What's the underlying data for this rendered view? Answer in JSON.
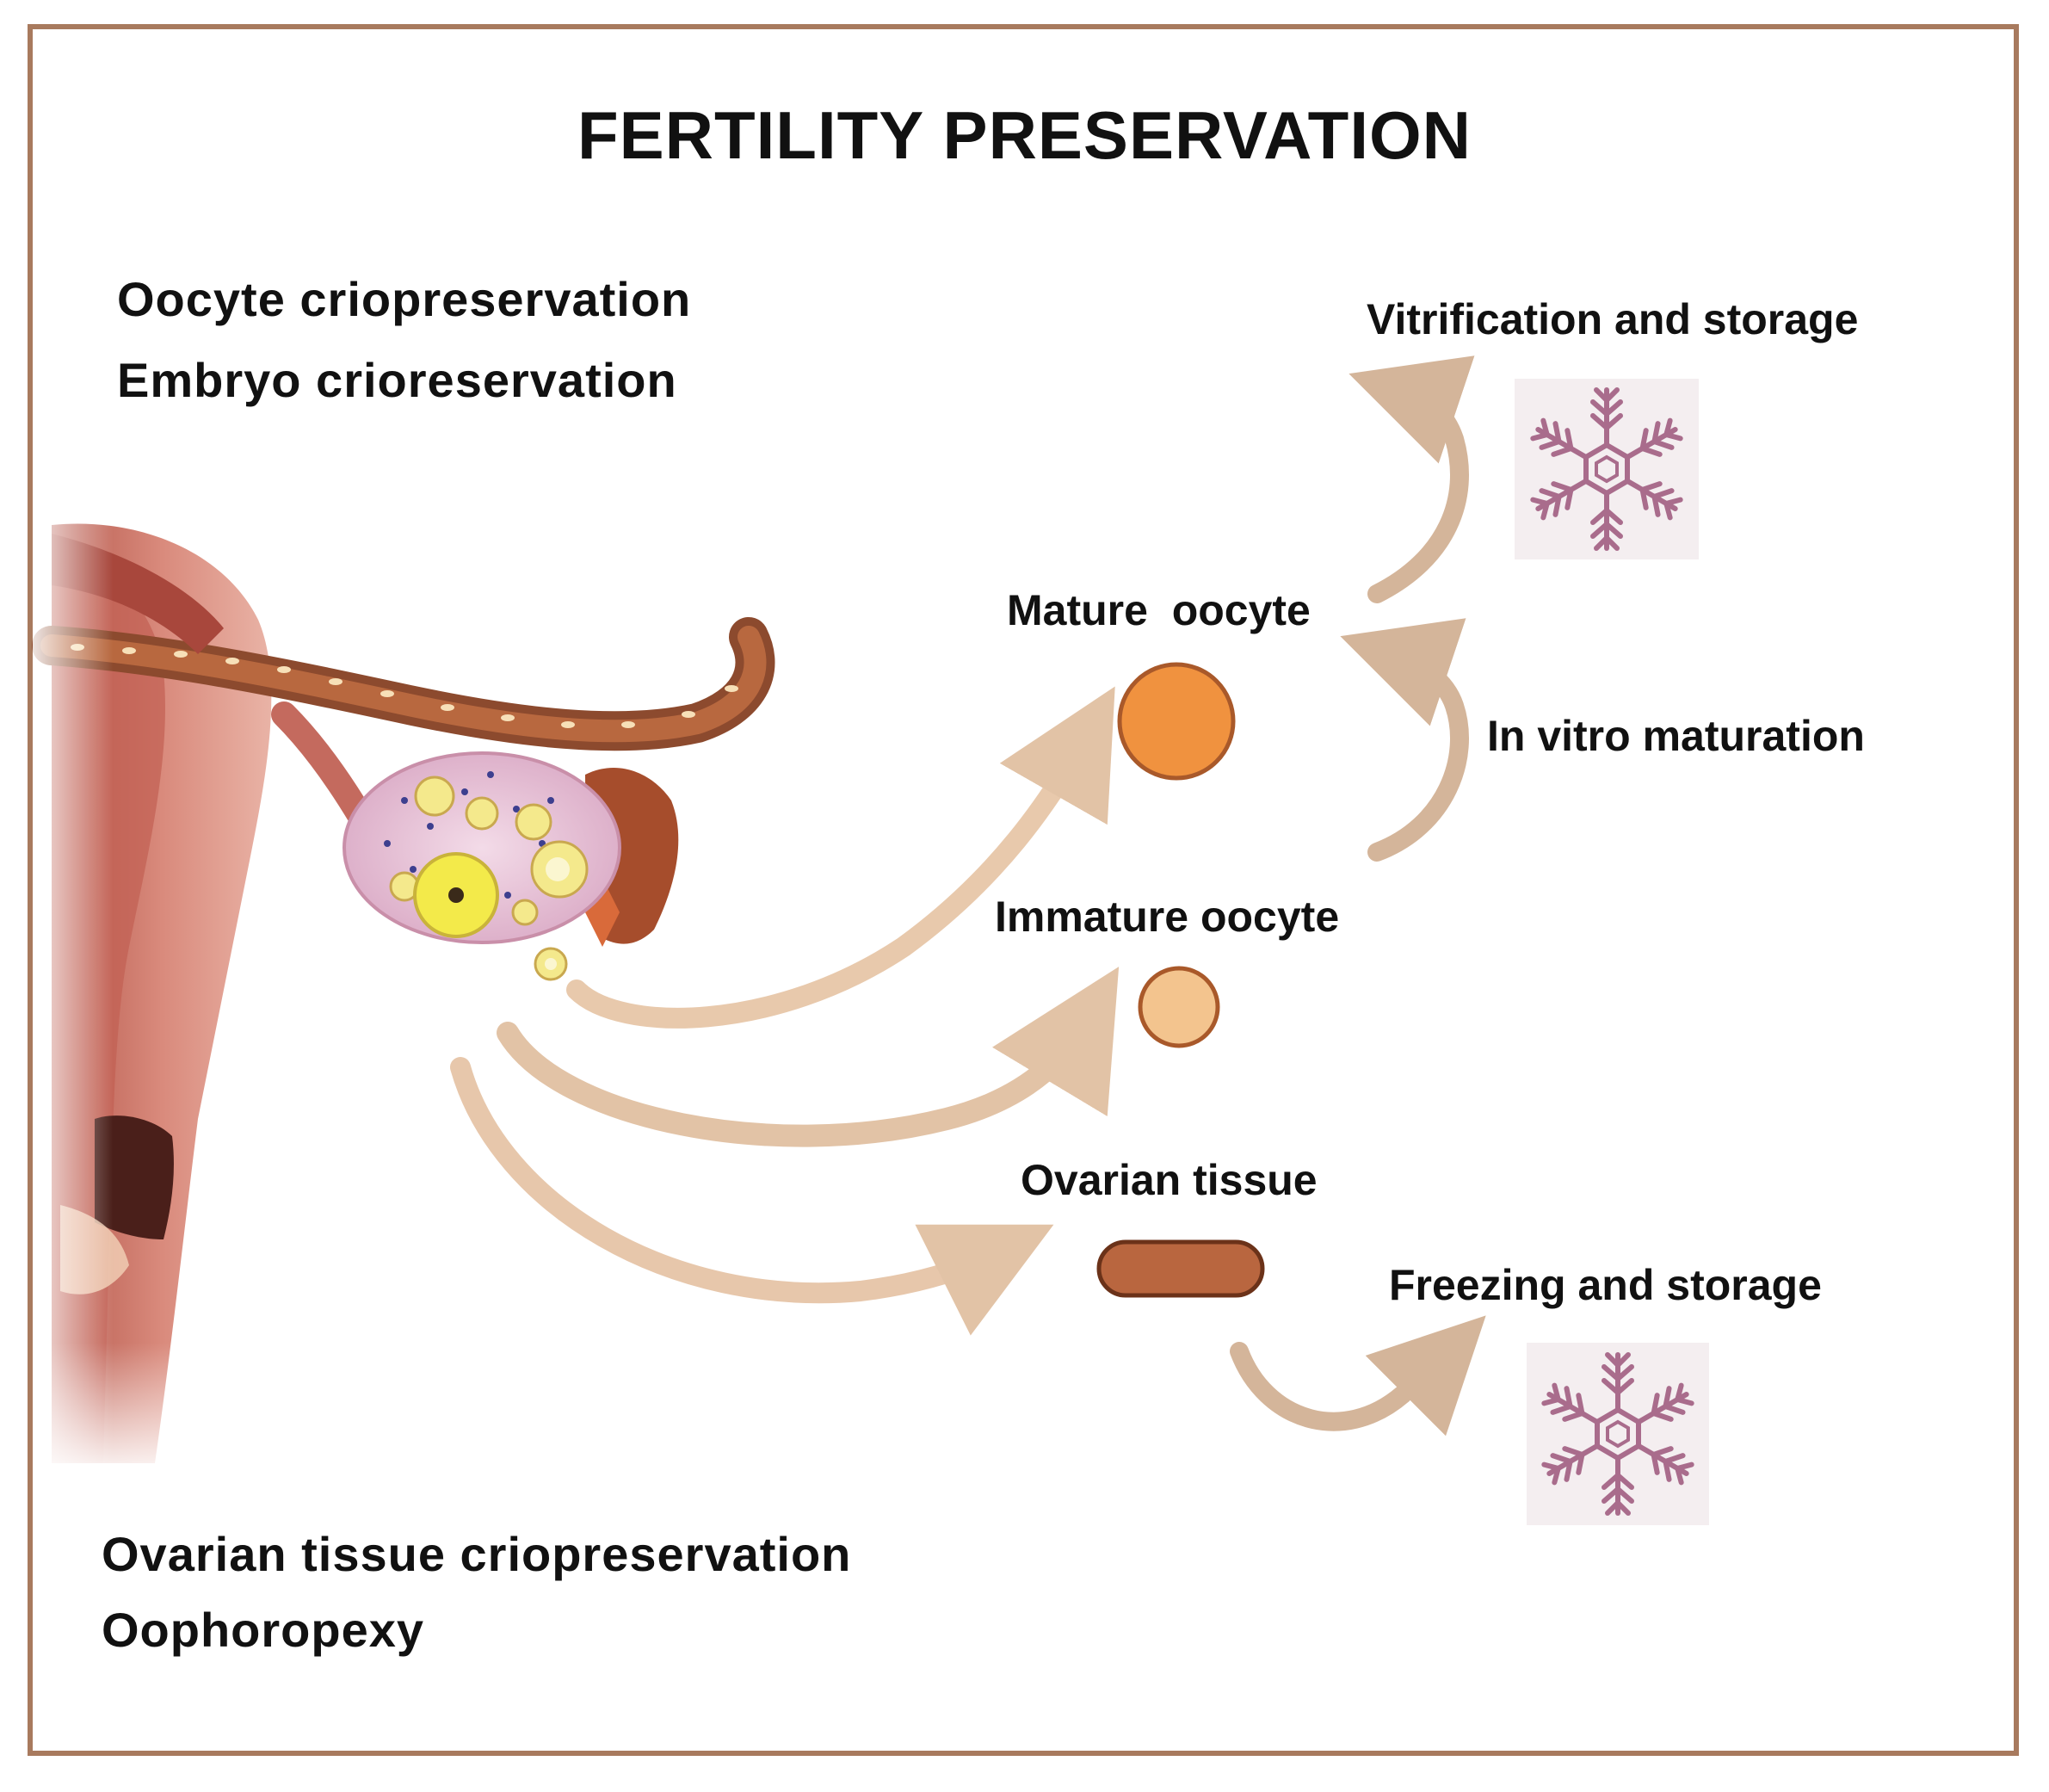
{
  "title": "FERTILITY PRESERVATION",
  "methods_top": {
    "line1": "Oocyte criopreservation",
    "line2": "Embryo crioreservation"
  },
  "methods_bottom": {
    "line1": "Ovarian tissue criopreservation",
    "line2": "Oophoropexy"
  },
  "steps": {
    "vitrification": "Vitrification and storage",
    "mature_oocyte": "Mature  oocyte",
    "in_vitro": "In vitro maturation",
    "immature_oocyte": "Immature oocyte",
    "ovarian_tissue": "Ovarian tissue",
    "freezing": "Freezing and storage"
  },
  "icons": {
    "snowflake_top": "snowflake-icon",
    "snowflake_bottom": "snowflake-icon"
  },
  "colors": {
    "frame": "#a87a5e",
    "arrow": "#e2c3a6",
    "mature_oocyte": "#f0923f",
    "immature_oocyte": "#f3c48e",
    "ovarian_tissue": "#b9663f",
    "snowflake": "#a96c8c",
    "uterus": "#c46a5e"
  }
}
